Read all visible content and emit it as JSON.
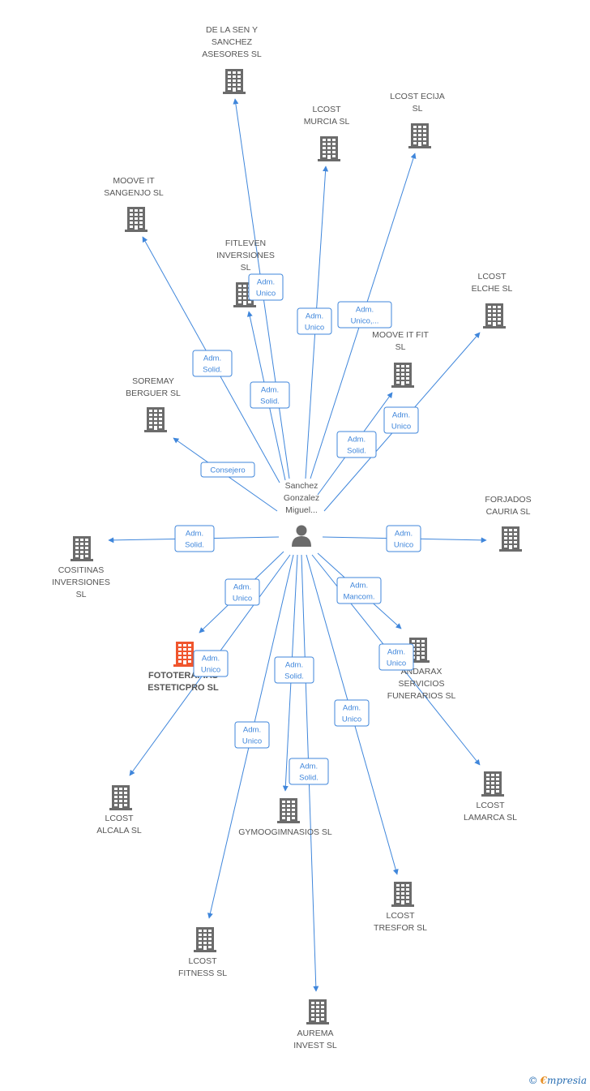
{
  "person": {
    "label_lines": [
      "Sanchez",
      "Gonzalez",
      "Miguel..."
    ],
    "icon": "person-icon"
  },
  "colors": {
    "edge": "#3f86db",
    "building": "#6b6b6b",
    "building_main": "#f0552d",
    "label": "#555555"
  },
  "companies": [
    {
      "id": "de-la-sen",
      "lines": [
        "DE LA SEN Y",
        "SANCHEZ",
        "ASESORES SL"
      ]
    },
    {
      "id": "lcost-murcia",
      "lines": [
        "LCOST",
        "MURCIA  SL"
      ]
    },
    {
      "id": "lcost-ecija",
      "lines": [
        "LCOST ECIJA",
        "SL"
      ]
    },
    {
      "id": "moove-sangenjo",
      "lines": [
        "MOOVE IT",
        "SANGENJO  SL"
      ]
    },
    {
      "id": "fitleven",
      "lines": [
        "FITLEVEN",
        "INVERSIONES",
        "SL"
      ]
    },
    {
      "id": "lcost-elche",
      "lines": [
        "LCOST",
        "ELCHE  SL"
      ]
    },
    {
      "id": "moove-fit",
      "lines": [
        "MOOVE IT FIT",
        "SL"
      ]
    },
    {
      "id": "soremay",
      "lines": [
        "SOREMAY",
        "BERGUER SL"
      ]
    },
    {
      "id": "forjados",
      "lines": [
        "FORJADOS",
        "CAURIA SL"
      ]
    },
    {
      "id": "cositinas",
      "lines": [
        "COSITINAS",
        "INVERSIONES",
        "SL"
      ]
    },
    {
      "id": "fototerapias",
      "lines": [
        "FOTOTERAPIAS",
        "ESTETICPRO SL"
      ],
      "main": true
    },
    {
      "id": "andarax",
      "lines": [
        "ANDARAX",
        "SERVICIOS",
        "FUNERARIOS SL"
      ]
    },
    {
      "id": "lcost-alcala",
      "lines": [
        "LCOST",
        "ALCALA SL"
      ]
    },
    {
      "id": "gymoo",
      "lines": [
        "GYMOOGIMNASIOS SL"
      ]
    },
    {
      "id": "lcost-lamarca",
      "lines": [
        "LCOST",
        "LAMARCA SL"
      ]
    },
    {
      "id": "lcost-trefor",
      "lines": [
        "LCOST",
        "TRESFOR SL"
      ]
    },
    {
      "id": "lcost-fitness",
      "lines": [
        "LCOST",
        "FITNESS SL"
      ]
    },
    {
      "id": "aurema",
      "lines": [
        "AUREMA",
        "INVEST  SL"
      ]
    }
  ],
  "edges": [
    {
      "target": "de-la-sen",
      "lines": [
        "Adm.",
        "Unico"
      ]
    },
    {
      "target": "lcost-murcia",
      "lines": [
        "Adm.",
        "Unico"
      ]
    },
    {
      "target": "lcost-ecija",
      "lines": [
        "Adm.",
        "Unico,..."
      ]
    },
    {
      "target": "moove-sangenjo",
      "lines": [
        "Adm.",
        "Solid."
      ]
    },
    {
      "target": "fitleven",
      "lines": [
        "Adm.",
        "Solid."
      ]
    },
    {
      "target": "lcost-elche",
      "lines": [
        "Adm.",
        "Unico"
      ]
    },
    {
      "target": "moove-fit",
      "lines": [
        "Adm.",
        "Solid."
      ]
    },
    {
      "target": "soremay",
      "lines": [
        "Consejero"
      ]
    },
    {
      "target": "forjados",
      "lines": [
        "Adm.",
        "Unico"
      ]
    },
    {
      "target": "cositinas",
      "lines": [
        "Adm.",
        "Solid."
      ]
    },
    {
      "target": "fototerapias",
      "lines": [
        "Adm.",
        "Unico"
      ]
    },
    {
      "target": "andarax",
      "lines": [
        "Adm.",
        "Mancom."
      ]
    },
    {
      "target": "lcost-alcala",
      "lines": [
        "Adm.",
        "Unico"
      ]
    },
    {
      "target": "gymoo",
      "lines": [
        "Adm.",
        "Solid."
      ]
    },
    {
      "target": "lcost-lamarca",
      "lines": [
        "Adm.",
        "Unico"
      ]
    },
    {
      "target": "lcost-trefor",
      "lines": [
        "Adm.",
        "Unico"
      ]
    },
    {
      "target": "lcost-fitness",
      "lines": [
        "Adm.",
        "Unico"
      ]
    },
    {
      "target": "aurema",
      "lines": [
        "Adm.",
        "Solid."
      ]
    }
  ],
  "footer": {
    "copyright": "©",
    "brand_first": "€",
    "brand_rest": "mpresia"
  }
}
